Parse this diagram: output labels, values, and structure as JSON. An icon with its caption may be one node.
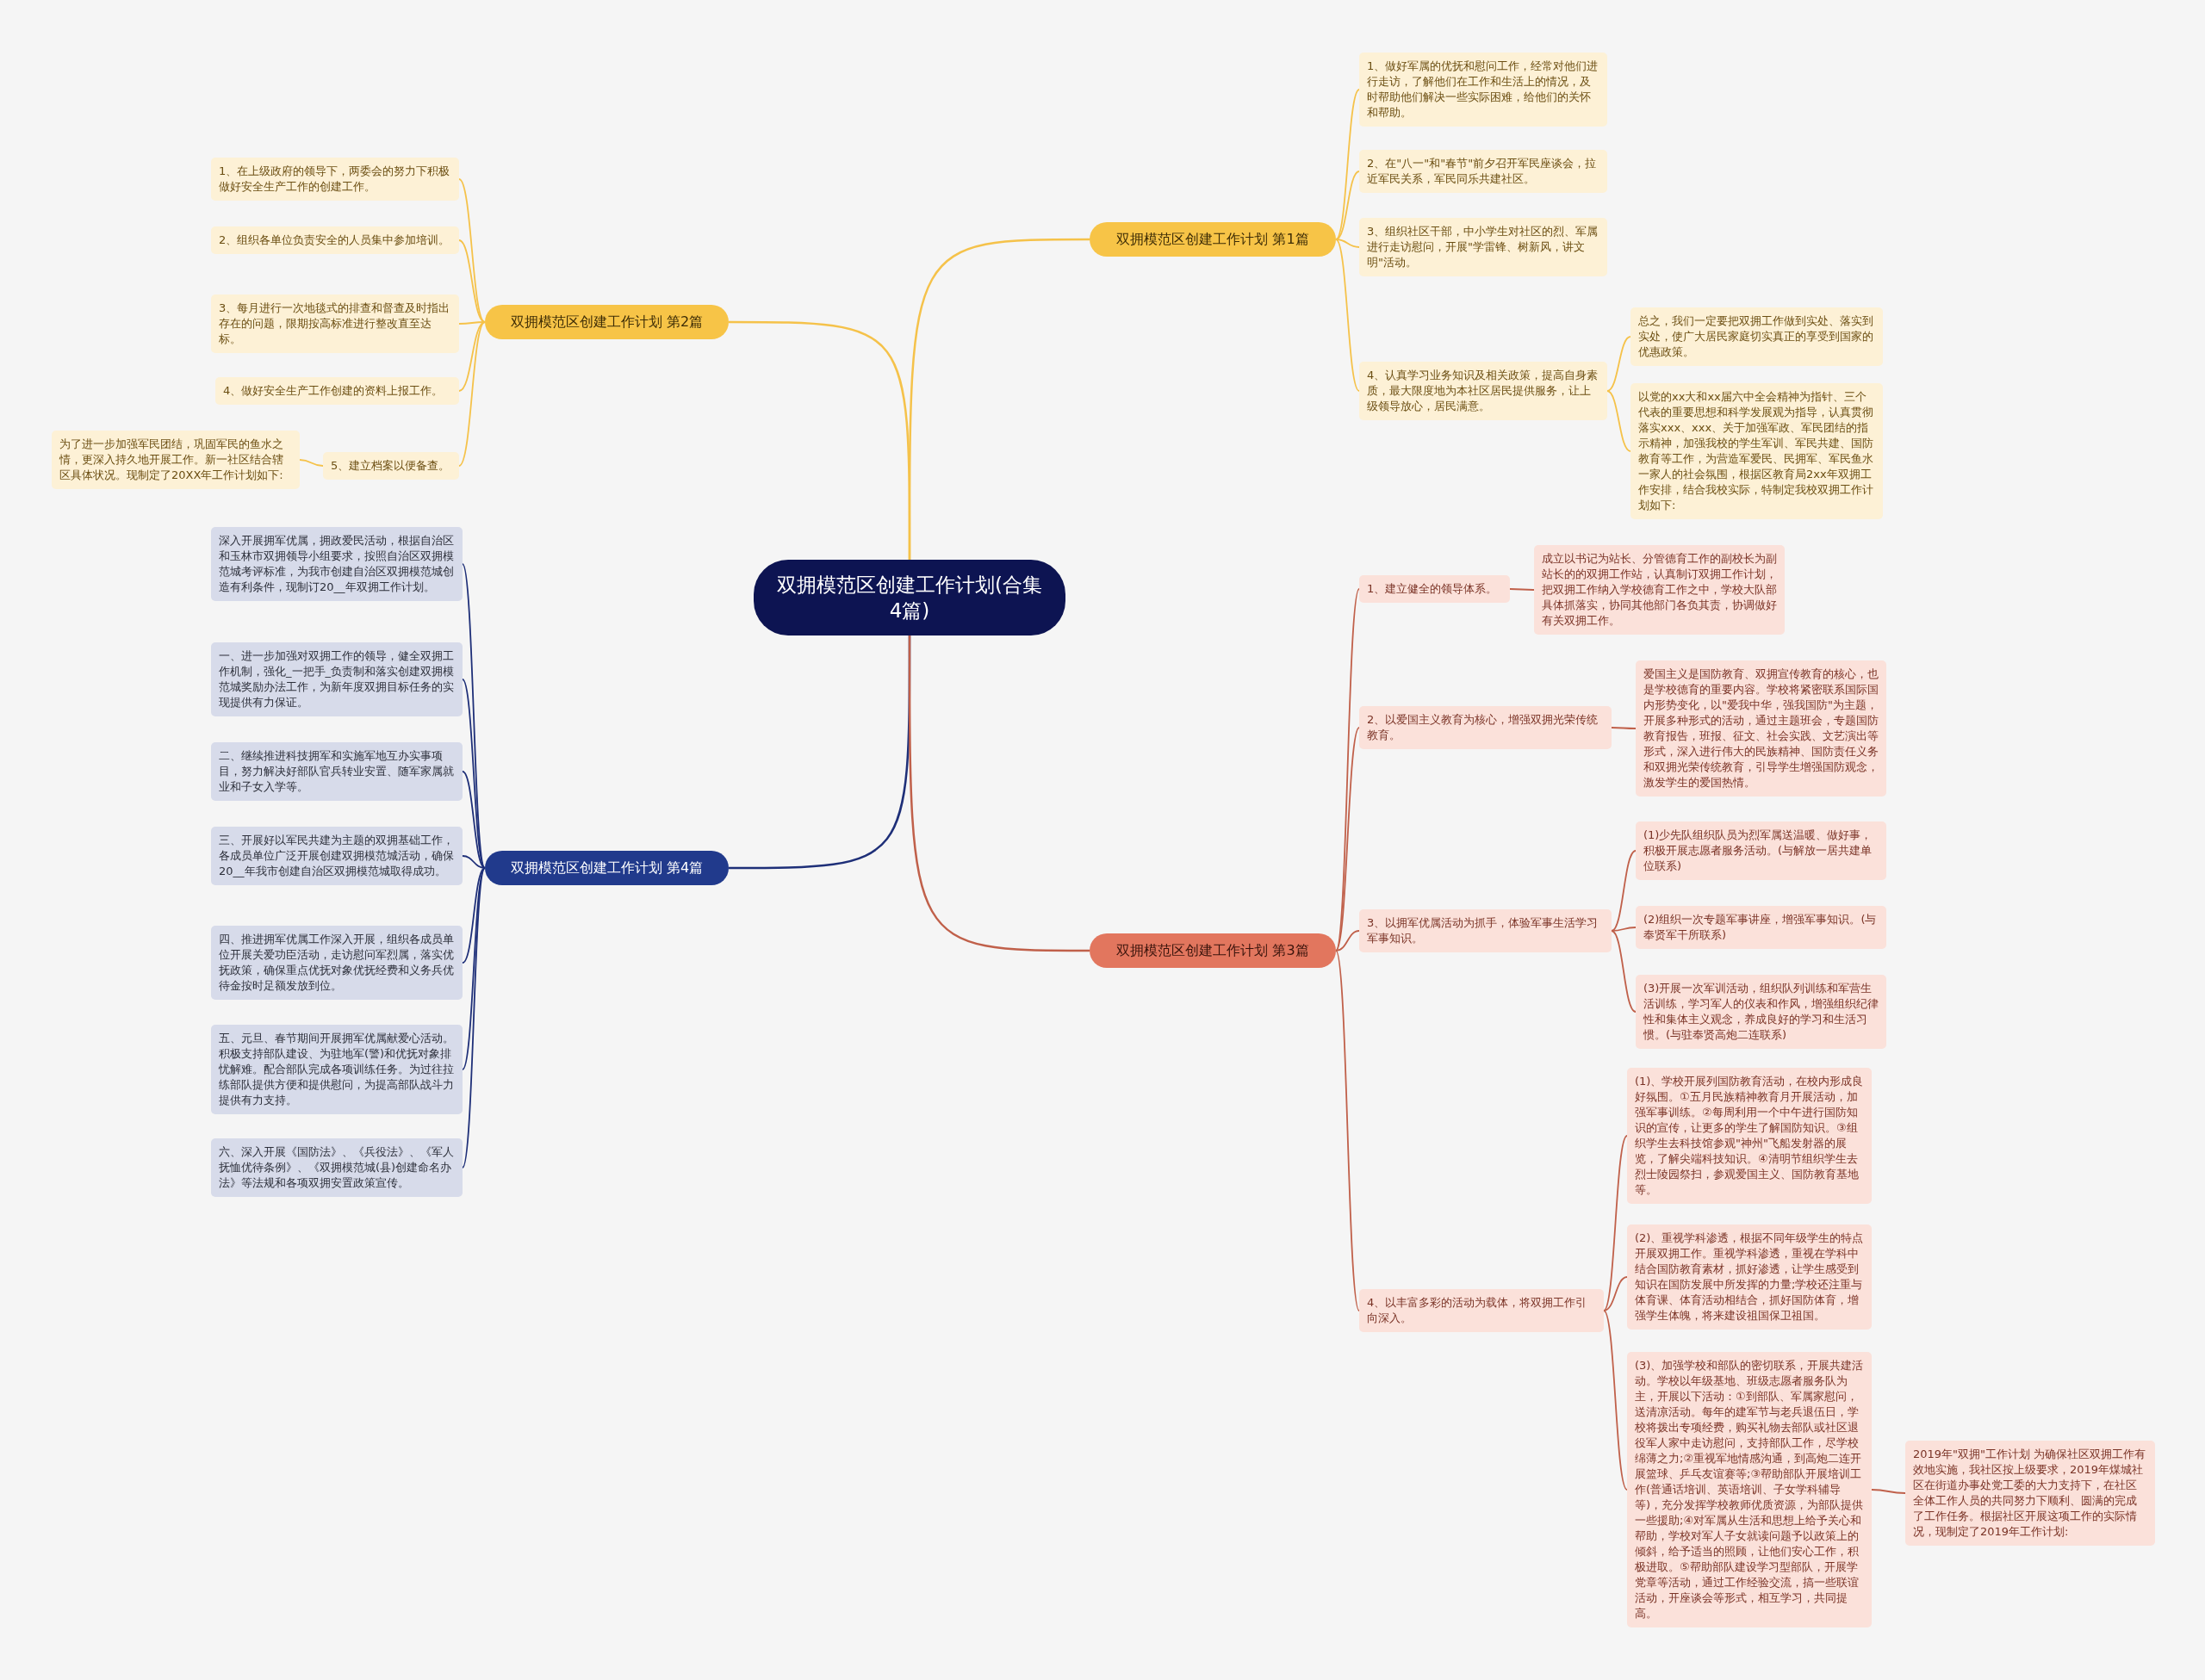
{
  "diagram": {
    "nodes": [
      {
        "text": [
          "双拥模范区创建工作计划(合集4篇)"
        ]
      },
      {
        "text": [
          "双拥模范区创建工作计划 第2篇"
        ]
      },
      {
        "text": [
          "1、在上级政府的领导下，两委会的努力下积极做好安全生产工作的创建工作。"
        ]
      },
      {
        "text": [
          "2、组织各单位负责安全的人员集中参加培训。"
        ]
      },
      {
        "text": [
          "3、每月进行一次地毯式的排查和督查及时指出存在的问题，限期按高标准进行整改直至达标。"
        ]
      },
      {
        "text": [
          "4、做好安全生产工作创建的资料上报工作。"
        ]
      },
      {
        "text": [
          "5、建立档案以便备查。"
        ]
      },
      {
        "text": [
          "为了进一步加强军民团结，巩固军民的鱼水之情，更深入持久地开展工作。新一社区结合辖区具体状况。现制定了20XX年工作计划如下:"
        ]
      },
      {
        "text": [
          "双拥模范区创建工作计划 第4篇"
        ]
      },
      {
        "text": [
          "深入开展拥军优属，拥政爱民活动，根据自治区和玉林市双拥领导小组要求，按照自治区双拥模范城考评标准，为我市创建自治区双拥模范城创造有利条件，现制订20__年双拥工作计划。"
        ]
      },
      {
        "text": [
          "一、进一步加强对双拥工作的领导，健全双拥工作机制，强化_一把手_负责制和落实创建双拥模范城奖励办法工作，为新年度双拥目标任务的实现提供有力保证。"
        ]
      },
      {
        "text": [
          "二、继续推进科技拥军和实施军地互办实事项目，努力解决好部队官兵转业安置、随军家属就业和子女入学等。"
        ]
      },
      {
        "text": [
          "三、开展好以军民共建为主题的双拥基础工作，各成员单位广泛开展创建双拥模范城活动，确保20__年我市创建自治区双拥模范城取得成功。"
        ]
      },
      {
        "text": [
          "四、推进拥军优属工作深入开展，组织各成员单位开展关爱功臣活动，走访慰问军烈属，落实优抚政策，确保重点优抚对象优抚经费和义务兵优待金按时足额发放到位。"
        ]
      },
      {
        "text": [
          "五、元旦、春节期间开展拥军优属献爱心活动。积极支持部队建设、为驻地军(警)和优抚对象排忧解难。配合部队完成各项训练任务。为过往拉练部队提供方便和提供慰问，为提高部队战斗力提供有力支持。"
        ]
      },
      {
        "text": [
          "六、深入开展《国防法》、《兵役法》、《军人抚恤优待条例》、《双拥模范城(县)创建命名办法》等法规和各项双拥安置政策宣传。"
        ]
      },
      {
        "text": [
          "双拥模范区创建工作计划 第1篇"
        ]
      },
      {
        "text": [
          "1、做好军属的优抚和慰问工作，经常对他们进行走访，了解他们在工作和生活上的情况，及时帮助他们解决一些实际困难，给他们的关怀和帮助。"
        ]
      },
      {
        "text": [
          "2、在\"八一\"和\"春节\"前夕召开军民座谈会，拉近军民关系，军民同乐共建社区。"
        ]
      },
      {
        "text": [
          "3、组织社区干部，中小学生对社区的烈、军属进行走访慰问，开展\"学雷锋、树新风，讲文明\"活动。"
        ]
      },
      {
        "text": [
          "4、认真学习业务知识及相关政策，提高自身素质，最大限度地为本社区居民提供服务，让上级领导放心，居民满意。"
        ]
      },
      {
        "text": [
          "总之，我们一定要把双拥工作做到实处、落实到实处，使广大居民家庭切实真正的享受到国家的优惠政策。"
        ]
      },
      {
        "text": [
          "以党的xx大和xx届六中全会精神为指针、三个代表的重要思想和科学发展观为指导，认真贯彻落实xxx、xxx、关于加强军政、军民团结的指示精神，加强我校的学生军训、军民共建、国防教育等工作，为营造军爱民、民拥军、军民鱼水一家人的社会氛围，根据区教育局2xx年双拥工作安排，结合我校实际，特制定我校双拥工作计划如下:"
        ]
      },
      {
        "text": [
          "双拥模范区创建工作计划 第3篇"
        ]
      },
      {
        "text": [
          "1、建立健全的领导体系。"
        ]
      },
      {
        "text": [
          "成立以书记为站长、分管德育工作的副校长为副站长的的双拥工作站，认真制订双拥工作计划，把双拥工作纳入学校德育工作之中，学校大队部具体抓落实，协同其他部门各负其责，协调做好有关双拥工作。"
        ]
      },
      {
        "text": [
          "2、以爱国主义教育为核心，增强双拥光荣传统教育。"
        ]
      },
      {
        "text": [
          "爱国主义是国防教育、双拥宣传教育的核心，也是学校德育的重要内容。学校将紧密联系国际国内形势变化，以\"爱我中华，强我国防\"为主题，开展多种形式的活动，通过主题班会，专题国防教育报告，班报、征文、社会实践、文艺演出等形式，深入进行伟大的民族精神、国防责任义务和双拥光荣传统教育，引导学生增强国防观念，激发学生的爱国热情。"
        ]
      },
      {
        "text": [
          "3、以拥军优属活动为抓手，体验军事生活学习军事知识。"
        ]
      },
      {
        "text": [
          "(1)少先队组织队员为烈军属送温暖、做好事，积极开展志愿者服务活动。(与解放一居共建单位联系)"
        ]
      },
      {
        "text": [
          "(2)组织一次专题军事讲座，增强军事知识。(与奉贤军干所联系)"
        ]
      },
      {
        "text": [
          "(3)开展一次军训活动，组织队列训练和军营生活训练，学习军人的仪表和作风，增强组织纪律性和集体主义观念，养成良好的学习和生活习惯。(与驻奉贤高炮二连联系)"
        ]
      },
      {
        "text": [
          "4、以丰富多彩的活动为载体，将双拥工作引向深入。"
        ]
      },
      {
        "text": [
          "(1)、学校开展列国防教育活动，在校内形成良好氛围。①五月民族精神教育月开展活动，加强军事训练。②每周利用一个中午进行国防知识的宣传，让更多的学生了解国防知识。③组织学生去科技馆参观\"神州\"飞船发射器的展览，了解尖端科技知识。④清明节组织学生去烈士陵园祭扫，参观爱国主义、国防教育基地等。"
        ]
      },
      {
        "text": [
          "(2)、重视学科渗透，根据不同年级学生的特点开展双拥工作。重视学科渗透，重视在学科中结合国防教育素材，抓好渗透，让学生感受到知识在国防发展中所发挥的力量;学校还注重与体育课、体育活动相结合，抓好国防体育，增强学生体魄，将来建设祖国保卫祖国。"
        ]
      },
      {
        "text": [
          "(3)、加强学校和部队的密切联系，开展共建活动。学校以年级基地、班级志愿者服务队为主，开展以下活动：①到部队、军属家慰问，送清凉活动。每年的建军节与老兵退伍日，学校将拨出专项经费，购买礼物去部队或社区退役军人家中走访慰问，支持部队工作，尽学校绵薄之力;②重视军地情感沟通，到高炮二连开展篮球、乒乓友谊赛等;③帮助部队开展培训工作(普通话培训、英语培训、子女学科辅导等)，充分发挥学校教师优质资源，为部队提供一些援助;④对军属从生活和思想上给予关心和帮助，学校对军人子女就读问题予以政策上的倾斜，给予适当的照顾，让他们安心工作，积极进取。⑤帮助部队建设学习型部队，开展学党章等活动，通过工作经验交流，搞一些联谊活动，开座谈会等形式，相互学习，共同提高。"
        ]
      },
      {
        "text": [
          "2019年\"双拥\"工作计划 为确保社区双拥工作有效地实施，我社区按上级要求，2019年煤城社区在街道办事处党工委的大力支持下，在社区全体工作人员的共同努力下顺利、圆满的完成了工作任务。根据社区开展这项工作的实际情况，现制定了2019年工作计划:"
        ]
      }
    ],
    "edges": [
      {
        "from": 0,
        "to": 1,
        "arrow": "none",
        "color": "#f5c24a"
      },
      {
        "from": 1,
        "to": 2,
        "arrow": "none",
        "color": "#f5c24a"
      },
      {
        "from": 1,
        "to": 3,
        "arrow": "none",
        "color": "#f5c24a"
      },
      {
        "from": 1,
        "to": 4,
        "arrow": "none",
        "color": "#f5c24a"
      },
      {
        "from": 1,
        "to": 5,
        "arrow": "none",
        "color": "#f5c24a"
      },
      {
        "from": 1,
        "to": 6,
        "arrow": "none",
        "color": "#f5c24a"
      },
      {
        "from": 6,
        "to": 7,
        "arrow": "none",
        "color": "#f5c24a"
      },
      {
        "from": 0,
        "to": 8,
        "arrow": "none",
        "color": "#1e2f78"
      },
      {
        "from": 8,
        "to": 9,
        "arrow": "none",
        "color": "#1e2f78"
      },
      {
        "from": 8,
        "to": 10,
        "arrow": "none",
        "color": "#1e2f78"
      },
      {
        "from": 8,
        "to": 11,
        "arrow": "none",
        "color": "#1e2f78"
      },
      {
        "from": 8,
        "to": 12,
        "arrow": "none",
        "color": "#1e2f78"
      },
      {
        "from": 8,
        "to": 13,
        "arrow": "none",
        "color": "#1e2f78"
      },
      {
        "from": 8,
        "to": 14,
        "arrow": "none",
        "color": "#1e2f78"
      },
      {
        "from": 8,
        "to": 15,
        "arrow": "none",
        "color": "#1e2f78"
      },
      {
        "from": 0,
        "to": 16,
        "arrow": "none",
        "color": "#f5c24a"
      },
      {
        "from": 16,
        "to": 17,
        "arrow": "none",
        "color": "#f5c24a"
      },
      {
        "from": 16,
        "to": 18,
        "arrow": "none",
        "color": "#f5c24a"
      },
      {
        "from": 16,
        "to": 19,
        "arrow": "none",
        "color": "#f5c24a"
      },
      {
        "from": 16,
        "to": 20,
        "arrow": "none",
        "color": "#f5c24a"
      },
      {
        "from": 20,
        "to": 21,
        "arrow": "none",
        "color": "#f5c24a"
      },
      {
        "from": 20,
        "to": 22,
        "arrow": "none",
        "color": "#f5c24a"
      },
      {
        "from": 0,
        "to": 23,
        "arrow": "none",
        "color": "#c0604a"
      },
      {
        "from": 23,
        "to": 24,
        "arrow": "none",
        "color": "#c0604a"
      },
      {
        "from": 24,
        "to": 25,
        "arrow": "none",
        "color": "#c0604a"
      },
      {
        "from": 23,
        "to": 26,
        "arrow": "none",
        "color": "#c0604a"
      },
      {
        "from": 26,
        "to": 27,
        "arrow": "none",
        "color": "#c0604a"
      },
      {
        "from": 23,
        "to": 28,
        "arrow": "none",
        "color": "#c0604a"
      },
      {
        "from": 28,
        "to": 29,
        "arrow": "none",
        "color": "#c0604a"
      },
      {
        "from": 28,
        "to": 30,
        "arrow": "none",
        "color": "#c0604a"
      },
      {
        "from": 28,
        "to": 31,
        "arrow": "none",
        "color": "#c0604a"
      },
      {
        "from": 23,
        "to": 32,
        "arrow": "none",
        "color": "#c0604a"
      },
      {
        "from": 32,
        "to": 33,
        "arrow": "none",
        "color": "#c0604a"
      },
      {
        "from": 32,
        "to": 34,
        "arrow": "none",
        "color": "#c0604a"
      },
      {
        "from": 32,
        "to": 35,
        "arrow": "none",
        "color": "#c0604a"
      },
      {
        "from": 35,
        "to": 36,
        "arrow": "none",
        "color": "#c0604a"
      }
    ]
  }
}
